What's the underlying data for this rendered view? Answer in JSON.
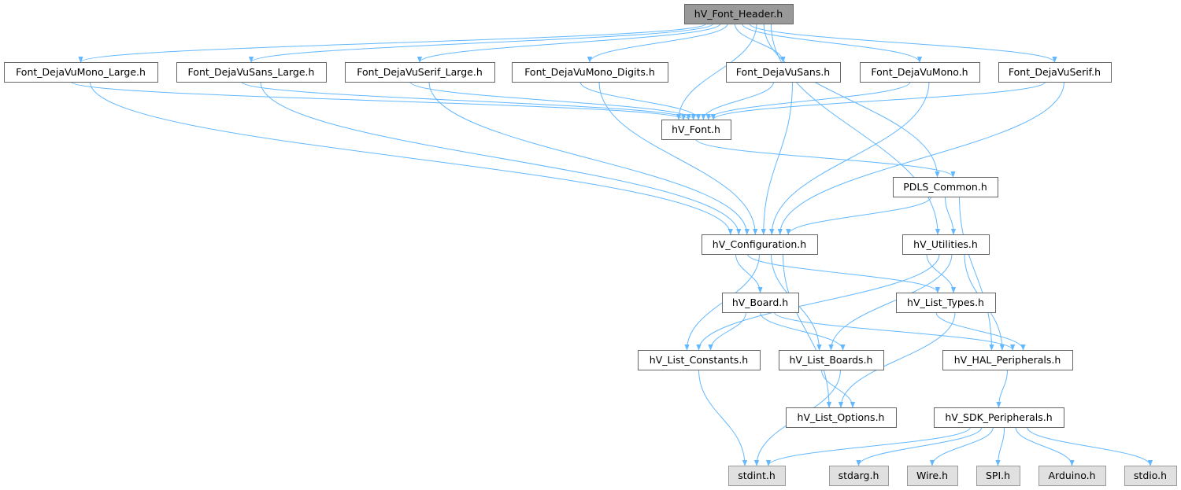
{
  "nodes": [
    {
      "id": "hV_Font_Header.h",
      "label": "hV_Font_Header.h",
      "kind": "root"
    },
    {
      "id": "Font_DejaVuMono_Large.h",
      "label": "Font_DejaVuMono_Large.h",
      "kind": "local"
    },
    {
      "id": "Font_DejaVuSans_Large.h",
      "label": "Font_DejaVuSans_Large.h",
      "kind": "local"
    },
    {
      "id": "Font_DejaVuSerif_Large.h",
      "label": "Font_DejaVuSerif_Large.h",
      "kind": "local"
    },
    {
      "id": "Font_DejaVuMono_Digits.h",
      "label": "Font_DejaVuMono_Digits.h",
      "kind": "local"
    },
    {
      "id": "Font_DejaVuSans.h",
      "label": "Font_DejaVuSans.h",
      "kind": "local"
    },
    {
      "id": "Font_DejaVuMono.h",
      "label": "Font_DejaVuMono.h",
      "kind": "local"
    },
    {
      "id": "Font_DejaVuSerif.h",
      "label": "Font_DejaVuSerif.h",
      "kind": "local"
    },
    {
      "id": "hV_Font.h",
      "label": "hV_Font.h",
      "kind": "local"
    },
    {
      "id": "PDLS_Common.h",
      "label": "PDLS_Common.h",
      "kind": "local"
    },
    {
      "id": "hV_Configuration.h",
      "label": "hV_Configuration.h",
      "kind": "local"
    },
    {
      "id": "hV_Utilities.h",
      "label": "hV_Utilities.h",
      "kind": "local"
    },
    {
      "id": "hV_Board.h",
      "label": "hV_Board.h",
      "kind": "local"
    },
    {
      "id": "hV_List_Types.h",
      "label": "hV_List_Types.h",
      "kind": "local"
    },
    {
      "id": "hV_List_Constants.h",
      "label": "hV_List_Constants.h",
      "kind": "local"
    },
    {
      "id": "hV_List_Boards.h",
      "label": "hV_List_Boards.h",
      "kind": "local"
    },
    {
      "id": "hV_HAL_Peripherals.h",
      "label": "hV_HAL_Peripherals.h",
      "kind": "local"
    },
    {
      "id": "hV_List_Options.h",
      "label": "hV_List_Options.h",
      "kind": "local"
    },
    {
      "id": "hV_SDK_Peripherals.h",
      "label": "hV_SDK_Peripherals.h",
      "kind": "local"
    },
    {
      "id": "stdint.h",
      "label": "stdint.h",
      "kind": "system"
    },
    {
      "id": "stdarg.h",
      "label": "stdarg.h",
      "kind": "system"
    },
    {
      "id": "Wire.h",
      "label": "Wire.h",
      "kind": "system"
    },
    {
      "id": "SPI.h",
      "label": "SPI.h",
      "kind": "system"
    },
    {
      "id": "Arduino.h",
      "label": "Arduino.h",
      "kind": "system"
    },
    {
      "id": "stdio.h",
      "label": "stdio.h",
      "kind": "system"
    }
  ],
  "edges": [
    [
      "hV_Font_Header.h",
      "Font_DejaVuMono_Large.h"
    ],
    [
      "hV_Font_Header.h",
      "Font_DejaVuSans_Large.h"
    ],
    [
      "hV_Font_Header.h",
      "Font_DejaVuSerif_Large.h"
    ],
    [
      "hV_Font_Header.h",
      "Font_DejaVuMono_Digits.h"
    ],
    [
      "hV_Font_Header.h",
      "Font_DejaVuSans.h"
    ],
    [
      "hV_Font_Header.h",
      "Font_DejaVuMono.h"
    ],
    [
      "hV_Font_Header.h",
      "Font_DejaVuSerif.h"
    ],
    [
      "hV_Font_Header.h",
      "hV_Font.h"
    ],
    [
      "hV_Font_Header.h",
      "PDLS_Common.h"
    ],
    [
      "hV_Font_Header.h",
      "hV_Utilities.h"
    ],
    [
      "Font_DejaVuMono_Large.h",
      "hV_Font.h"
    ],
    [
      "Font_DejaVuMono_Large.h",
      "hV_Configuration.h"
    ],
    [
      "Font_DejaVuSans_Large.h",
      "hV_Font.h"
    ],
    [
      "Font_DejaVuSans_Large.h",
      "hV_Configuration.h"
    ],
    [
      "Font_DejaVuSerif_Large.h",
      "hV_Font.h"
    ],
    [
      "Font_DejaVuSerif_Large.h",
      "hV_Configuration.h"
    ],
    [
      "Font_DejaVuMono_Digits.h",
      "hV_Font.h"
    ],
    [
      "Font_DejaVuMono_Digits.h",
      "hV_Configuration.h"
    ],
    [
      "Font_DejaVuSans.h",
      "hV_Font.h"
    ],
    [
      "Font_DejaVuSans.h",
      "hV_Configuration.h"
    ],
    [
      "Font_DejaVuMono.h",
      "hV_Font.h"
    ],
    [
      "Font_DejaVuMono.h",
      "hV_Configuration.h"
    ],
    [
      "Font_DejaVuSerif.h",
      "hV_Font.h"
    ],
    [
      "Font_DejaVuSerif.h",
      "hV_Configuration.h"
    ],
    [
      "hV_Font.h",
      "PDLS_Common.h"
    ],
    [
      "PDLS_Common.h",
      "hV_Configuration.h"
    ],
    [
      "PDLS_Common.h",
      "hV_Utilities.h"
    ],
    [
      "PDLS_Common.h",
      "hV_HAL_Peripherals.h"
    ],
    [
      "hV_Configuration.h",
      "hV_Board.h"
    ],
    [
      "hV_Configuration.h",
      "hV_List_Types.h"
    ],
    [
      "hV_Configuration.h",
      "hV_List_Constants.h"
    ],
    [
      "hV_Configuration.h",
      "hV_List_Boards.h"
    ],
    [
      "hV_Configuration.h",
      "hV_List_Options.h"
    ],
    [
      "hV_Utilities.h",
      "hV_List_Types.h"
    ],
    [
      "hV_Utilities.h",
      "hV_List_Constants.h"
    ],
    [
      "hV_Utilities.h",
      "hV_List_Boards.h"
    ],
    [
      "hV_Utilities.h",
      "hV_HAL_Peripherals.h"
    ],
    [
      "hV_Board.h",
      "hV_List_Constants.h"
    ],
    [
      "hV_Board.h",
      "hV_List_Boards.h"
    ],
    [
      "hV_Board.h",
      "hV_HAL_Peripherals.h"
    ],
    [
      "hV_List_Types.h",
      "hV_HAL_Peripherals.h"
    ],
    [
      "hV_List_Types.h",
      "hV_List_Options.h"
    ],
    [
      "hV_List_Constants.h",
      "stdint.h"
    ],
    [
      "hV_List_Boards.h",
      "hV_List_Options.h"
    ],
    [
      "hV_List_Boards.h",
      "stdint.h"
    ],
    [
      "hV_HAL_Peripherals.h",
      "hV_SDK_Peripherals.h"
    ],
    [
      "hV_SDK_Peripherals.h",
      "stdint.h"
    ],
    [
      "hV_SDK_Peripherals.h",
      "stdarg.h"
    ],
    [
      "hV_SDK_Peripherals.h",
      "Wire.h"
    ],
    [
      "hV_SDK_Peripherals.h",
      "SPI.h"
    ],
    [
      "hV_SDK_Peripherals.h",
      "Arduino.h"
    ],
    [
      "hV_SDK_Peripherals.h",
      "stdio.h"
    ]
  ],
  "colors": {
    "edge": "#63b8ff",
    "root_fill": "#999999",
    "system_fill": "#e0e0e0",
    "node_fill": "#ffffff",
    "node_border": "#666666"
  }
}
